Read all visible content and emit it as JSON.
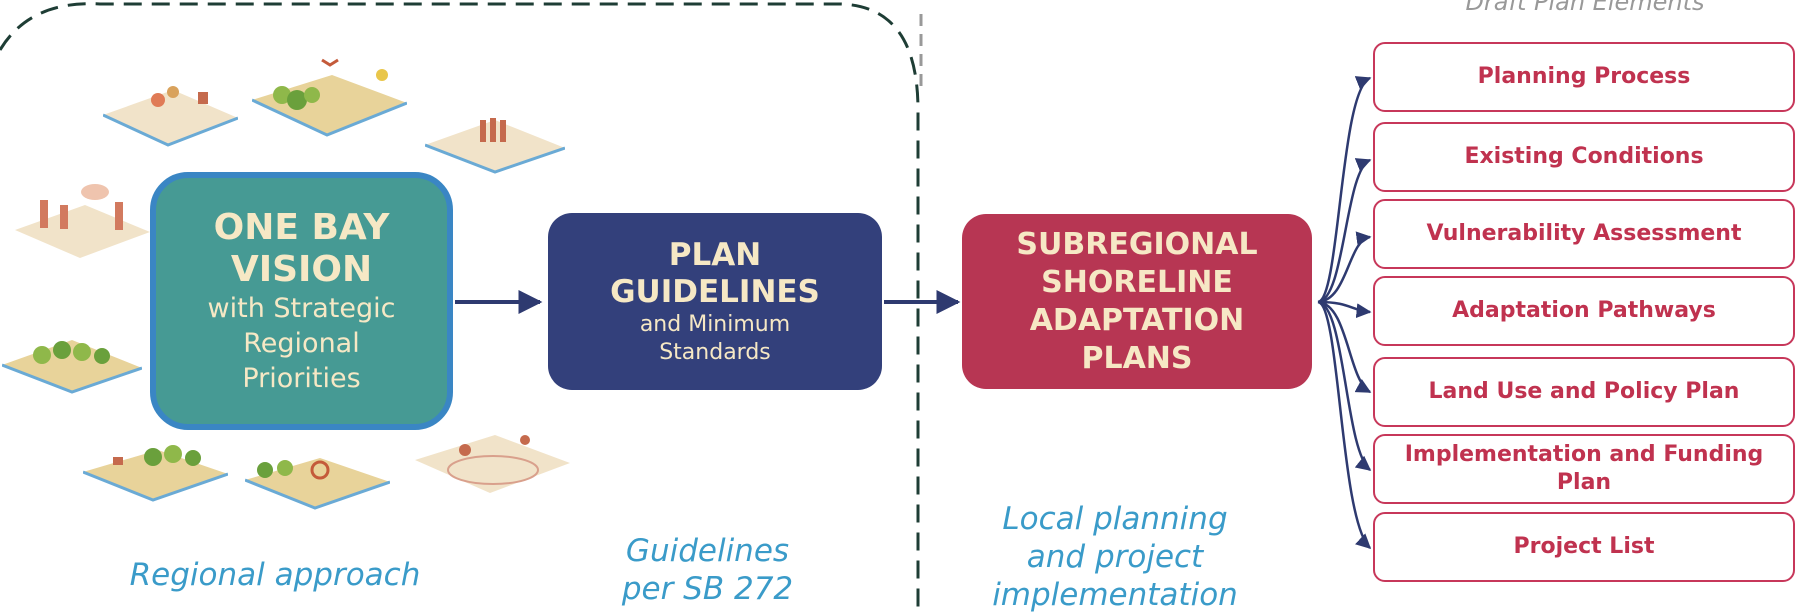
{
  "vision": {
    "title": "ONE BAY VISION",
    "subtitle": "with Strategic Regional Priorities"
  },
  "guidelines": {
    "title": "PLAN GUIDELINES",
    "subtitle": "and Minimum Standards"
  },
  "subregional": {
    "title": "SUBREGIONAL SHORELINE ADAPTATION PLANS"
  },
  "draft_title": "Draft Plan Elements",
  "elements": [
    "Planning Process",
    "Existing Conditions",
    "Vulnerability Assessment",
    "Adaptation Pathways",
    "Land Use and Policy Plan",
    "Implementation and Funding Plan",
    "Project List"
  ],
  "captions": {
    "regional": "Regional approach",
    "guidelines": "Guidelines per SB 272",
    "local": "Local planning and project implementation"
  },
  "colors": {
    "teal": "#469a94",
    "navy": "#33407b",
    "crimson": "#b73653",
    "caption_blue": "#3a9bc9",
    "element_border": "#c7375a",
    "dashed_green": "#1e3d35"
  }
}
